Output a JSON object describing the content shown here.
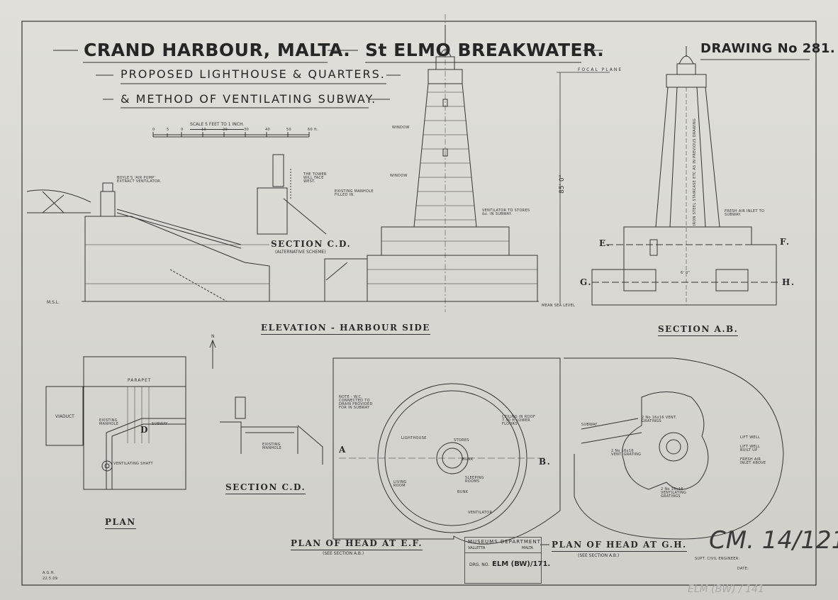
{
  "title": {
    "main": "CRAND HARBOUR, MALTA.",
    "location": "St ELMO BREAKWATER.",
    "drawing_number": "DRAWING No 281.",
    "subtitle_1": "PROPOSED LIGHTHOUSE & QUARTERS.",
    "subtitle_2": "& METHOD OF VENTILATING SUBWAY."
  },
  "scale": {
    "label": "SCALE 5 FEET TO 1 INCH.",
    "ticks": [
      "0",
      "5",
      "0",
      "10",
      "20",
      "30",
      "40",
      "50",
      "60 ft."
    ]
  },
  "elevation": {
    "title": "ELEVATION - HARBOUR SIDE",
    "focal_plane": "FOCAL PLANE",
    "height": "85' 0\"",
    "window_1": "WINDOW",
    "window_2": "WINDOW",
    "air_pump": "BOYLE'S 'AIR PUMP' EXTRACT VENTILATOR.",
    "existing_manhole": "EXISTING MANHOLE FILLED IN.",
    "tower_note": "THE TOWER WILL FACE WEST.",
    "ventilator": "VENTILATOR TO STORES &c. IN SUBWAY.",
    "msl": "M.S.L.",
    "mean_sea_level": "MEAN SEA LEVEL"
  },
  "section_cd_alt": {
    "title": "SECTION C.D.",
    "subtitle": "(ALTERNATIVE SCHEME)"
  },
  "section_ab": {
    "title": "SECTION A.B.",
    "e": "E.",
    "f": "F.",
    "g": "G.",
    "h": "H.",
    "fresh_air": "FRESH AIR INLET TO SUBWAY.",
    "stair": "IRON STEEL STAIRCASE ETC AS IN PREVIOUS DRAWING",
    "width": "6' 0\""
  },
  "plan": {
    "title": "PLAN",
    "parapet": "PARAPET",
    "viaduct": "VIADUCT",
    "existing_manhole": "EXISTING MANHOLE",
    "subway": "SUBWAY",
    "d": "D",
    "ventilating_shaft": "VENTILATING SHAFT",
    "north": "N"
  },
  "section_cd": {
    "title": "SECTION C.D.",
    "existing_manhole": "EXISTING MANHOLE"
  },
  "plan_ef": {
    "title": "PLAN OF HEAD AT E.F.",
    "subtitle": "(SEE SECTION A.B.)",
    "note": "NOTE - W.C. CONNECTED TO DRAIN PROVIDED FOR IN SUBWAY",
    "lighthouse": "LIGHTHOUSE",
    "stores": "STORES",
    "ceiling": "CEILING IN ROOF 7.50 ft LOWER FLOORS",
    "bunk_1": "BUNK",
    "bunk_2": "BUNK",
    "living_room": "LIVING ROOM",
    "sleeping_rooms": "SLEEPING ROOMS",
    "ventilator": "VENTILATOR",
    "a": "A",
    "b": "B."
  },
  "plan_gh": {
    "title": "PLAN OF HEAD AT G.H.",
    "subtitle": "(SEE SECTION A.B.)",
    "subway": "SUBWAY",
    "gratings_1": "2 No 16x16 VENT. GRATINGS",
    "gratings_2": "2 No 16x16 VENT. GRATING",
    "gratings_3": "2 No 16x16 VENTILATING GRATINGS",
    "lift_well": "LIFT WELL",
    "lift_well_built": "LIFT WELL BUILT UP",
    "fresh_air": "FRESH AIR INLET ABOVE"
  },
  "stamp": {
    "department": "MUSEUMS DEPARTMENT",
    "city": "VALLETTA",
    "country": "MALTA",
    "drg_label": "DRG. NO.",
    "drg_value": "ELM (BW)/171."
  },
  "signature": {
    "engineer": "SUPT. CIVIL ENGINEER:",
    "date": "DATE:",
    "initials": "A.G.H.",
    "initials_date": "22.5.09"
  },
  "handwritten": {
    "reference": "CM. 14/121",
    "pencil": "ELM (BW) / 141"
  },
  "colors": {
    "paper": "#d9d8d2",
    "ink": "#2a2a2a"
  }
}
